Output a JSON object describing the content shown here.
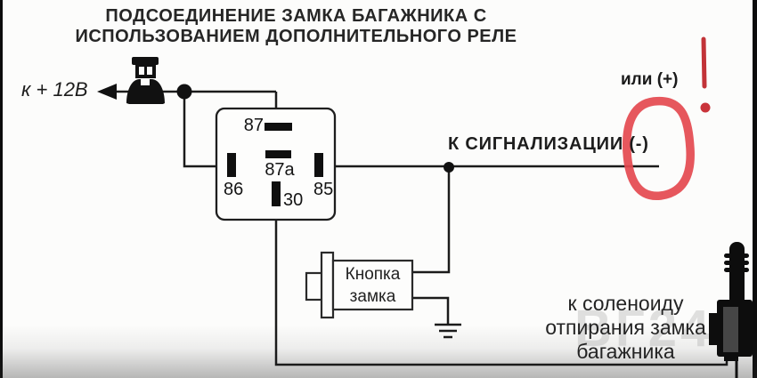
{
  "title": {
    "line1": "ПОДСОЕДИНЕНИЕ ЗАМКА БАГАЖНИКА С",
    "line2": "ИСПОЛЬЗОВАНИЕМ ДОПОЛНИТЕЛЬНОГО РЕЛЕ"
  },
  "labels": {
    "power": "к + 12В",
    "alarm": "К СИГНАЛИЗАЦИИ (-)",
    "or_plus": "или (+)",
    "solenoid_line1": "к  соленоиду",
    "solenoid_line2": "отпирания замка",
    "solenoid_line3": "багажника"
  },
  "relay": {
    "pins": {
      "p87": "87",
      "p87a": "87a",
      "p86": "86",
      "p85": "85",
      "p30": "30"
    }
  },
  "button": {
    "line1": "Кнопка",
    "line2": "замка"
  },
  "watermark": "ВГ24",
  "colors": {
    "marker_red": "#e4494f",
    "dark_red": "#c23338",
    "wire": "#1b1b1b"
  }
}
